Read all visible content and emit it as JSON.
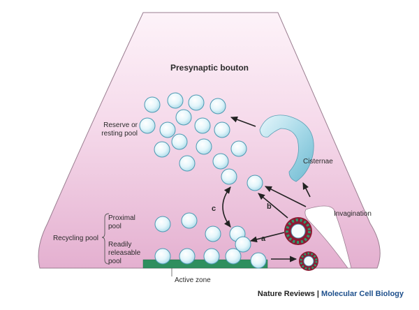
{
  "title": "Presynaptic bouton",
  "labels": {
    "reserve_line1": "Reserve or",
    "reserve_line2": "resting pool",
    "cisternae": "Cisternae",
    "invagination": "Invagination",
    "recycling_pool": "Recycling pool",
    "proximal_line1": "Proximal",
    "proximal_line2": "pool",
    "readily_line1": "Readily",
    "readily_line2": "releasable",
    "readily_line3": "pool",
    "active_zone": "Active zone"
  },
  "pathway_letters": [
    "a",
    "b",
    "c"
  ],
  "credit": {
    "journal": "Nature Reviews",
    "separator": " | ",
    "section": "Molecular Cell Biology"
  },
  "colors": {
    "bouton_top": "#fbe9f4",
    "bouton_bottom": "#e2a9cc",
    "vesicle": "#dff4fa",
    "cisterna": "#8fcfe2",
    "active_zone": "#2e8f5e",
    "coat_protein": "#8c1a33",
    "coat_dots": "#2f9a6d",
    "credit_blue": "#1d4f8c"
  }
}
